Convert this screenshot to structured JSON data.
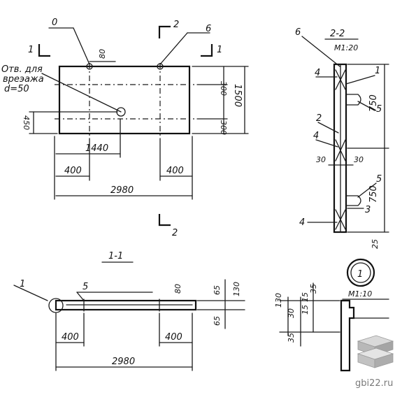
{
  "plan": {
    "hole_note": [
      "Отв. для",
      "вреэажа",
      "d=50"
    ],
    "callout_0": "0",
    "callout_6": "6",
    "cut_1_left": "1",
    "cut_1_right": "1",
    "cut_2_top": "2",
    "cut_2_bottom": "2",
    "dims": {
      "d80": "80",
      "d300_top": "300",
      "d300_bot": "300",
      "d1500": "1500",
      "d450": "450",
      "d1440": "1440",
      "d400_left": "400",
      "d400_right": "400",
      "d2980": "2980"
    }
  },
  "section_22": {
    "title": "2-2",
    "scale": "М1:20",
    "callouts": [
      "6",
      "4",
      "1",
      "5",
      "2",
      "4",
      "5",
      "3",
      "4"
    ],
    "dims": {
      "d750_top": "750",
      "d750_bot": "750",
      "d30_left": "30",
      "d30_right": "30",
      "d25": "25"
    }
  },
  "section_11": {
    "title": "1-1",
    "callout_1": "1",
    "callout_5": "5",
    "dims": {
      "d80": "80",
      "d65_top": "65",
      "d65_bot": "65",
      "d130": "130",
      "d400_left": "400",
      "d400_right": "400",
      "d2980": "2980"
    }
  },
  "detail_1": {
    "number": "1",
    "scale": "М1:10",
    "dims": {
      "d35_top": "35",
      "d130": "130",
      "d30": "30",
      "d15_a": "15",
      "d15_b": "15",
      "d35_bot": "35"
    }
  },
  "watermark": "gbi22.ru"
}
